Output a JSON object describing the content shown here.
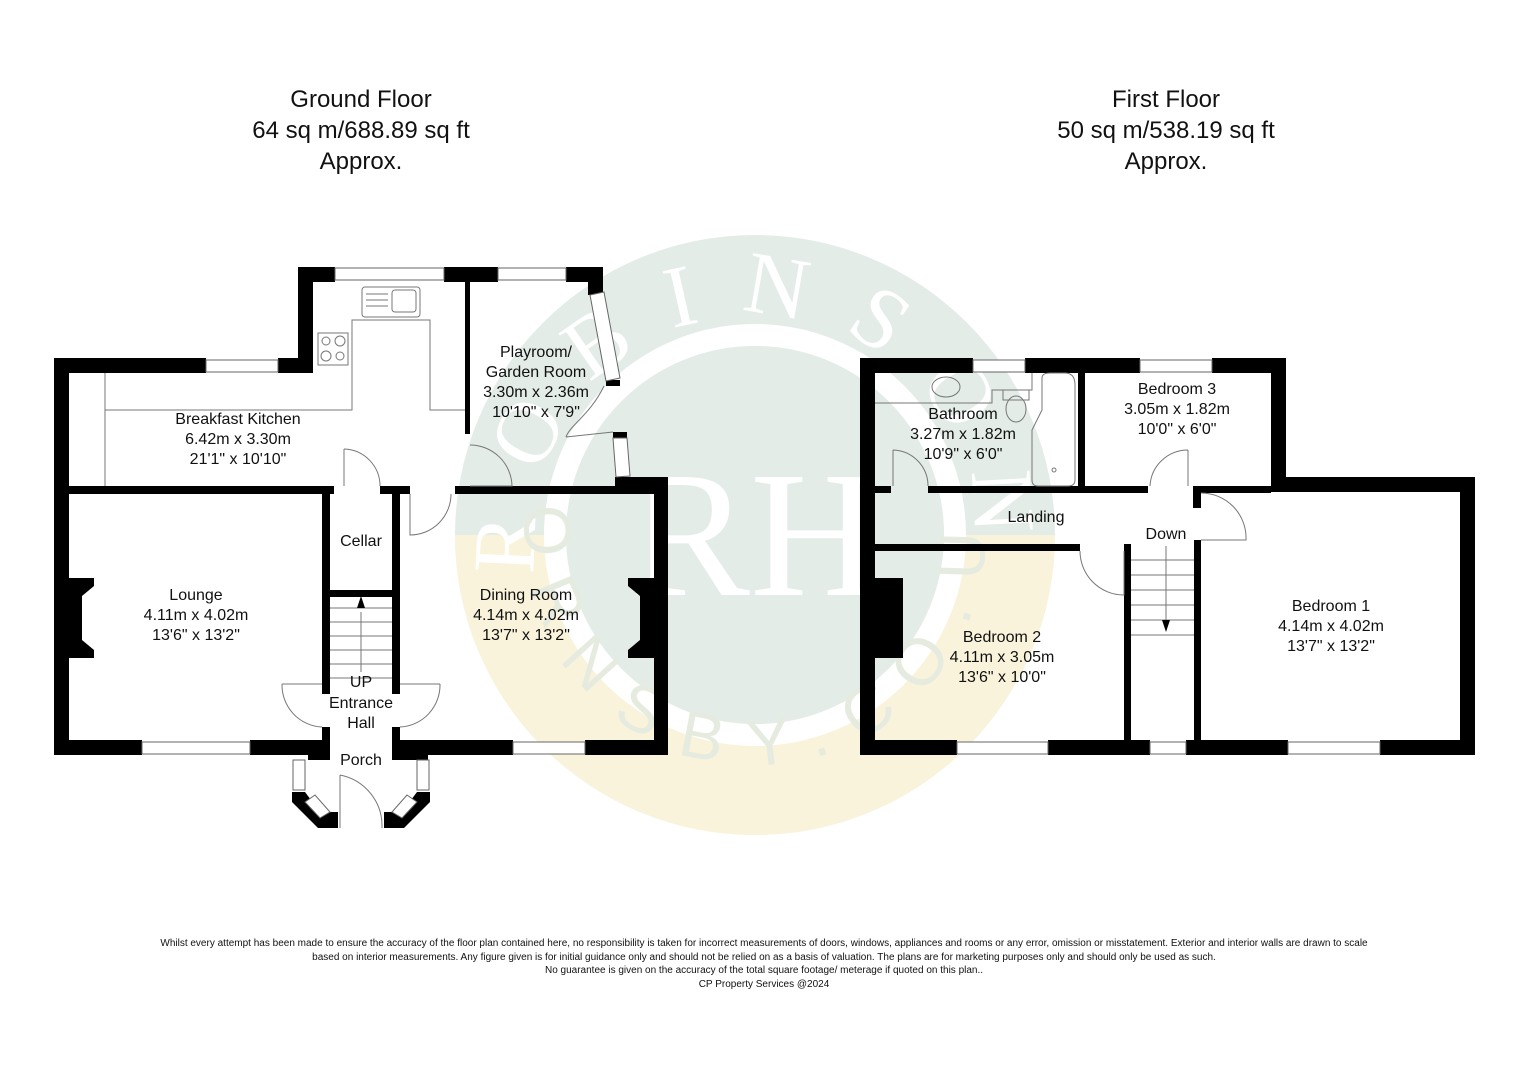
{
  "ground_floor": {
    "title": "Ground Floor",
    "area": "64 sq m/688.89 sq ft",
    "approx": "Approx.",
    "rooms": [
      {
        "name": "Breakfast Kitchen",
        "metric": "6.42m x 3.30m",
        "imperial": "21'1\" x 10'10\""
      },
      {
        "name": "Playroom/",
        "name2": "Garden Room",
        "metric": "3.30m x 2.36m",
        "imperial": "10'10\" x 7'9\""
      },
      {
        "name": "Lounge",
        "metric": "4.11m x 4.02m",
        "imperial": "13'6\" x 13'2\""
      },
      {
        "name": "Dining Room",
        "metric": "4.14m x 4.02m",
        "imperial": "13'7\" x 13'2\""
      },
      {
        "name": "Cellar"
      },
      {
        "name": "UP"
      },
      {
        "name": "Entrance",
        "name2": "Hall"
      },
      {
        "name": "Porch"
      }
    ]
  },
  "first_floor": {
    "title": "First Floor",
    "area": "50 sq m/538.19 sq ft",
    "approx": "Approx.",
    "rooms": [
      {
        "name": "Bathroom",
        "metric": "3.27m x 1.82m",
        "imperial": "10'9\" x 6'0\""
      },
      {
        "name": "Bedroom 3",
        "metric": "3.05m x 1.82m",
        "imperial": "10'0\" x 6'0\""
      },
      {
        "name": "Landing"
      },
      {
        "name": "Down"
      },
      {
        "name": "Bedroom 2",
        "metric": "4.11m x 3.05m",
        "imperial": "13'6\" x 10'0\""
      },
      {
        "name": "Bedroom 1",
        "metric": "4.14m x 4.02m",
        "imperial": "13'7\" x 13'2\""
      }
    ]
  },
  "watermark": {
    "top_text": "ROBINSON",
    "monogram": "RH",
    "bottom_text": "HORNSBY.CO.UK",
    "colors": {
      "green": "#dfe9e3",
      "yellow": "#fdf6dd",
      "white_ring": "#ffffff"
    }
  },
  "disclaimer": {
    "line1": "Whilst every attempt has been made to ensure the accuracy of the floor plan contained here, no responsibility is taken for incorrect measurements of doors, windows, appliances and rooms or any error, omission or misstatement. Exterior and interior walls are drawn to scale",
    "line2": "based on interior measurements. Any figure given is for initial guidance only and should not be relied on as a basis of valuation. The plans are for marketing purposes only and should only be used as such.",
    "line3": "No guarantee is given on the accuracy of the total square footage/ meterage if quoted on this plan..",
    "line4": "CP Property Services @2024"
  },
  "colors": {
    "wall": "#000000",
    "line": "#555555",
    "text": "#111111"
  }
}
